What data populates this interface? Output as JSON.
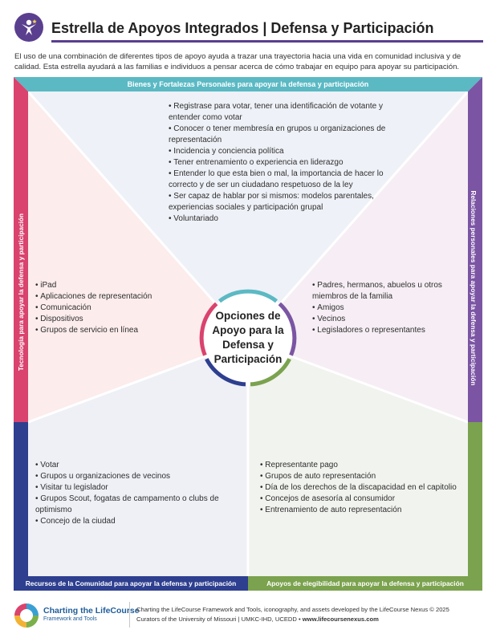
{
  "header": {
    "title": "Estrella de Apoyos Integrados | Defensa y Participación",
    "logo_icon": "person-star-icon"
  },
  "intro": "El uso de una combinación de diferentes tipos de apoyo ayuda a trazar una trayectoria hacia una vida en comunidad inclusiva y de calidad. Esta estrella ayudará a las familias e individuos a pensar acerca de cómo trabajar en equipo para apoyar su participación.",
  "star": {
    "center": "Opciones de Apoyo para la Defensa y Participación",
    "colors": {
      "top": "#5bb9c4",
      "left": "#d9436e",
      "right": "#7b55a3",
      "bottom_left": "#2e3f8f",
      "bottom_right": "#7ba24e"
    },
    "sections": {
      "top": {
        "label": "Bienes y Fortalezas Personales para apoyar la defensa y participación",
        "items": [
          "Registrase para votar, tener una identificación de votante y entender como votar",
          "Conocer o tener membresía en grupos u organizaciones de representación",
          "Incidencia y conciencia política",
          "Tener entrenamiento o experiencia en liderazgo",
          "Entender lo que esta bien o mal, la importancia de hacer lo correcto y de ser un ciudadano respetuoso de la ley",
          "Ser capaz de hablar por si mismos: modelos parentales, experiencias sociales y participación grupal",
          "Voluntariado"
        ]
      },
      "left": {
        "label": "Tecnología para apoyar la defensa y participación",
        "items": [
          "iPad",
          "Aplicaciones de representación",
          "Comunicación",
          "Dispositivos",
          "Grupos de servicio en línea"
        ]
      },
      "right": {
        "label": "Relaciones personales para apoyar la defensa y participación",
        "items": [
          "Padres, hermanos, abuelos u otros miembros de la familia",
          "Amigos",
          "Vecinos",
          "Legisladores o representantes"
        ]
      },
      "bottom_left": {
        "label": "Recursos de la Comunidad para apoyar la defensa y participación",
        "items": [
          "Votar",
          "Grupos u organizaciones de vecinos",
          "Visitar tu legislador",
          "Grupos Scout, fogatas de campamento o clubs de optimismo",
          "Concejo de la ciudad"
        ]
      },
      "bottom_right": {
        "label": "Apoyos de elegibilidad para apoyar la defensa y participación",
        "items": [
          "Representante pago",
          "Grupos de auto representación",
          "Día de los derechos de la discapacidad en el capitolio",
          "Concejos de asesoría al consumidor",
          "Entrenamiento de auto representación"
        ]
      }
    }
  },
  "footer": {
    "brand_name": "Charting the LifeCourse",
    "brand_sub": "Framework and Tools",
    "logo_icon": "lifecourse-logo-icon",
    "credit_line1": "Charting the LifeCourse Framework and Tools, iconography, and assets developed by the LifeCourse Nexus © 2025",
    "credit_line2": "Curators of the University of Missouri | UMKC-IHD, UCEDD • ",
    "url": "www.lifecoursenexus.com"
  }
}
